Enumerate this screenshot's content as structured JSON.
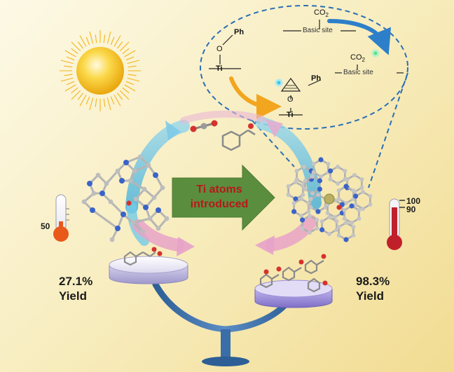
{
  "center_arrow": {
    "line1": "Ti atoms",
    "line2": "introduced"
  },
  "left_result": {
    "yield_value": "27.1%",
    "yield_word": "Yield",
    "temperature": "50"
  },
  "right_result": {
    "yield_value": "98.3%",
    "yield_word": "Yield",
    "temperature_high": "100",
    "temperature_low": "90"
  },
  "mechanism": {
    "co2_top": "CO",
    "co2_top_sub": "2",
    "basic_site_top": "Basic site",
    "co2_right": "CO",
    "co2_right_sub": "2",
    "basic_site_right": "Basic site",
    "ph_top": "Ph",
    "o_top": "O",
    "ti_top": "Ti",
    "ph_bottom": "Ph",
    "o_bottom": "O",
    "ti_bottom": "Ti"
  },
  "colors": {
    "arrow_green": "#5a8e3e",
    "arrow_text": "#b8181a",
    "dashed_line": "#2a6fb5",
    "sun": "#f6c21c",
    "cool_thermo": "#e8591a",
    "hot_thermo": "#c0202a",
    "cycle_blue": "#6fc7e0",
    "cycle_pink": "#e7a2c8",
    "molecule_atom": "#b9b9b9",
    "nitrogen_atom": "#3a63c9",
    "oxygen_atom": "#d5322e",
    "titanium_atom": "#b8b060"
  },
  "icons": [
    "sun-icon",
    "thermometer-low-icon",
    "thermometer-high-icon",
    "petri-dish-left",
    "petri-dish-right",
    "balance-stand"
  ]
}
